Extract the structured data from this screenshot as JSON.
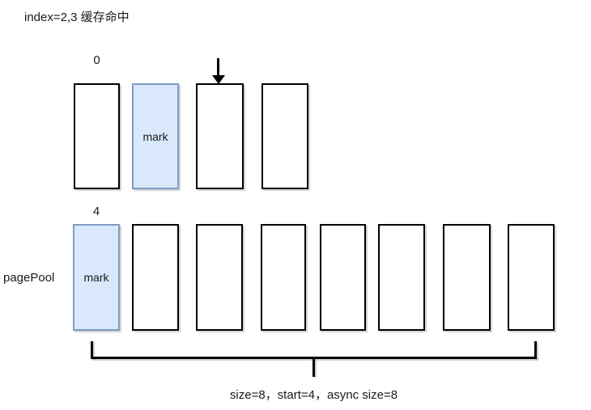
{
  "title": "index=2,3 缓存命中",
  "top_row": {
    "index_label": "0",
    "cells": [
      {
        "label": "",
        "highlighted": false
      },
      {
        "label": "mark",
        "highlighted": true
      },
      {
        "label": "",
        "highlighted": false,
        "pointer": "down-arrow"
      },
      {
        "label": "",
        "highlighted": false
      }
    ]
  },
  "bottom_row": {
    "row_label": "pagePool",
    "index_label": "4",
    "cells": [
      {
        "label": "mark",
        "highlighted": true
      },
      {
        "label": "",
        "highlighted": false
      },
      {
        "label": "",
        "highlighted": false
      },
      {
        "label": "",
        "highlighted": false
      },
      {
        "label": "",
        "highlighted": false
      },
      {
        "label": "",
        "highlighted": false
      },
      {
        "label": "",
        "highlighted": false
      },
      {
        "label": "",
        "highlighted": false
      }
    ]
  },
  "bracket": {
    "caption": "size=8，start=4，async size=8"
  },
  "colors": {
    "highlight_fill": "#dae8fc",
    "highlight_stroke": "#7f9cc6",
    "box_stroke": "#000000",
    "text": "#1a1a1a"
  }
}
